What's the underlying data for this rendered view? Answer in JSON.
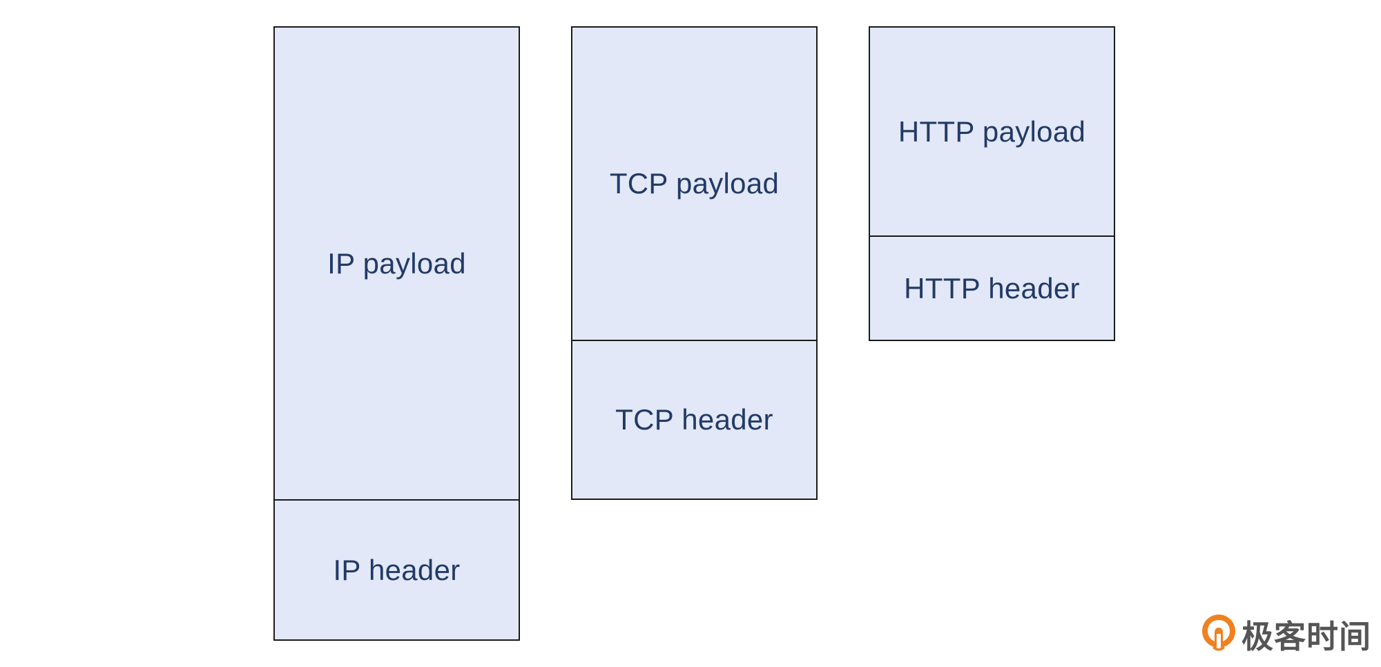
{
  "diagram": {
    "stacks": [
      {
        "id": "ip",
        "payload": "IP payload",
        "header": "IP header"
      },
      {
        "id": "tcp",
        "payload": "TCP payload",
        "header": "TCP header"
      },
      {
        "id": "http",
        "payload": "HTTP payload",
        "header": "HTTP header"
      }
    ]
  },
  "colors": {
    "box_fill": "#e2e8f7",
    "box_border": "#1a1a1a",
    "label_text": "#233a66",
    "logo_orange": "#f08020",
    "logo_text": "#555555"
  },
  "logo": {
    "icon": "geektime-logo-icon",
    "text": "极客时间"
  }
}
